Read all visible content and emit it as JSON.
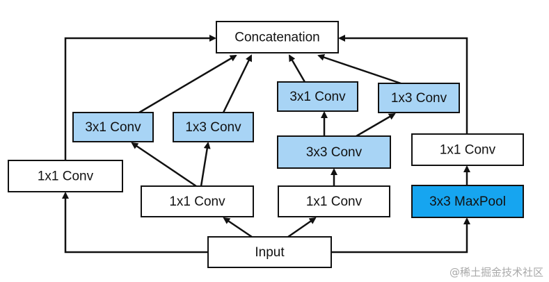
{
  "colors": {
    "white": "#ffffff",
    "light_blue": "#a8d4f5",
    "bright_blue": "#16a5f0",
    "stroke": "#111111"
  },
  "nodes": {
    "concatenation": {
      "label": "Concatenation",
      "fill": "white"
    },
    "left_1x1": {
      "label": "1x1 Conv",
      "fill": "white"
    },
    "b2_3x1": {
      "label": "3x1 Conv",
      "fill": "light_blue"
    },
    "b2_1x3": {
      "label": "1x3 Conv",
      "fill": "light_blue"
    },
    "b2_1x1": {
      "label": "1x1 Conv",
      "fill": "white"
    },
    "b3_3x1": {
      "label": "3x1 Conv",
      "fill": "light_blue"
    },
    "b3_1x3": {
      "label": "1x3 Conv",
      "fill": "light_blue"
    },
    "b3_3x3": {
      "label": "3x3 Conv",
      "fill": "light_blue"
    },
    "b3_1x1": {
      "label": "1x1 Conv",
      "fill": "white"
    },
    "right_1x1": {
      "label": "1x1 Conv",
      "fill": "white"
    },
    "maxpool": {
      "label": "3x3 MaxPool",
      "fill": "bright_blue"
    },
    "input": {
      "label": "Input",
      "fill": "white"
    }
  },
  "edges": [
    [
      "input",
      "left_1x1"
    ],
    [
      "input",
      "b2_1x1"
    ],
    [
      "input",
      "b3_1x1"
    ],
    [
      "input",
      "maxpool"
    ],
    [
      "b2_1x1",
      "b2_3x1"
    ],
    [
      "b2_1x1",
      "b2_1x3"
    ],
    [
      "b3_1x1",
      "b3_3x3"
    ],
    [
      "b3_3x3",
      "b3_3x1"
    ],
    [
      "b3_3x3",
      "b3_1x3"
    ],
    [
      "maxpool",
      "right_1x1"
    ],
    [
      "left_1x1",
      "concatenation"
    ],
    [
      "b2_3x1",
      "concatenation"
    ],
    [
      "b2_1x3",
      "concatenation"
    ],
    [
      "b3_3x1",
      "concatenation"
    ],
    [
      "b3_1x3",
      "concatenation"
    ],
    [
      "right_1x1",
      "concatenation"
    ]
  ],
  "watermark": "@稀土掘金技术社区"
}
